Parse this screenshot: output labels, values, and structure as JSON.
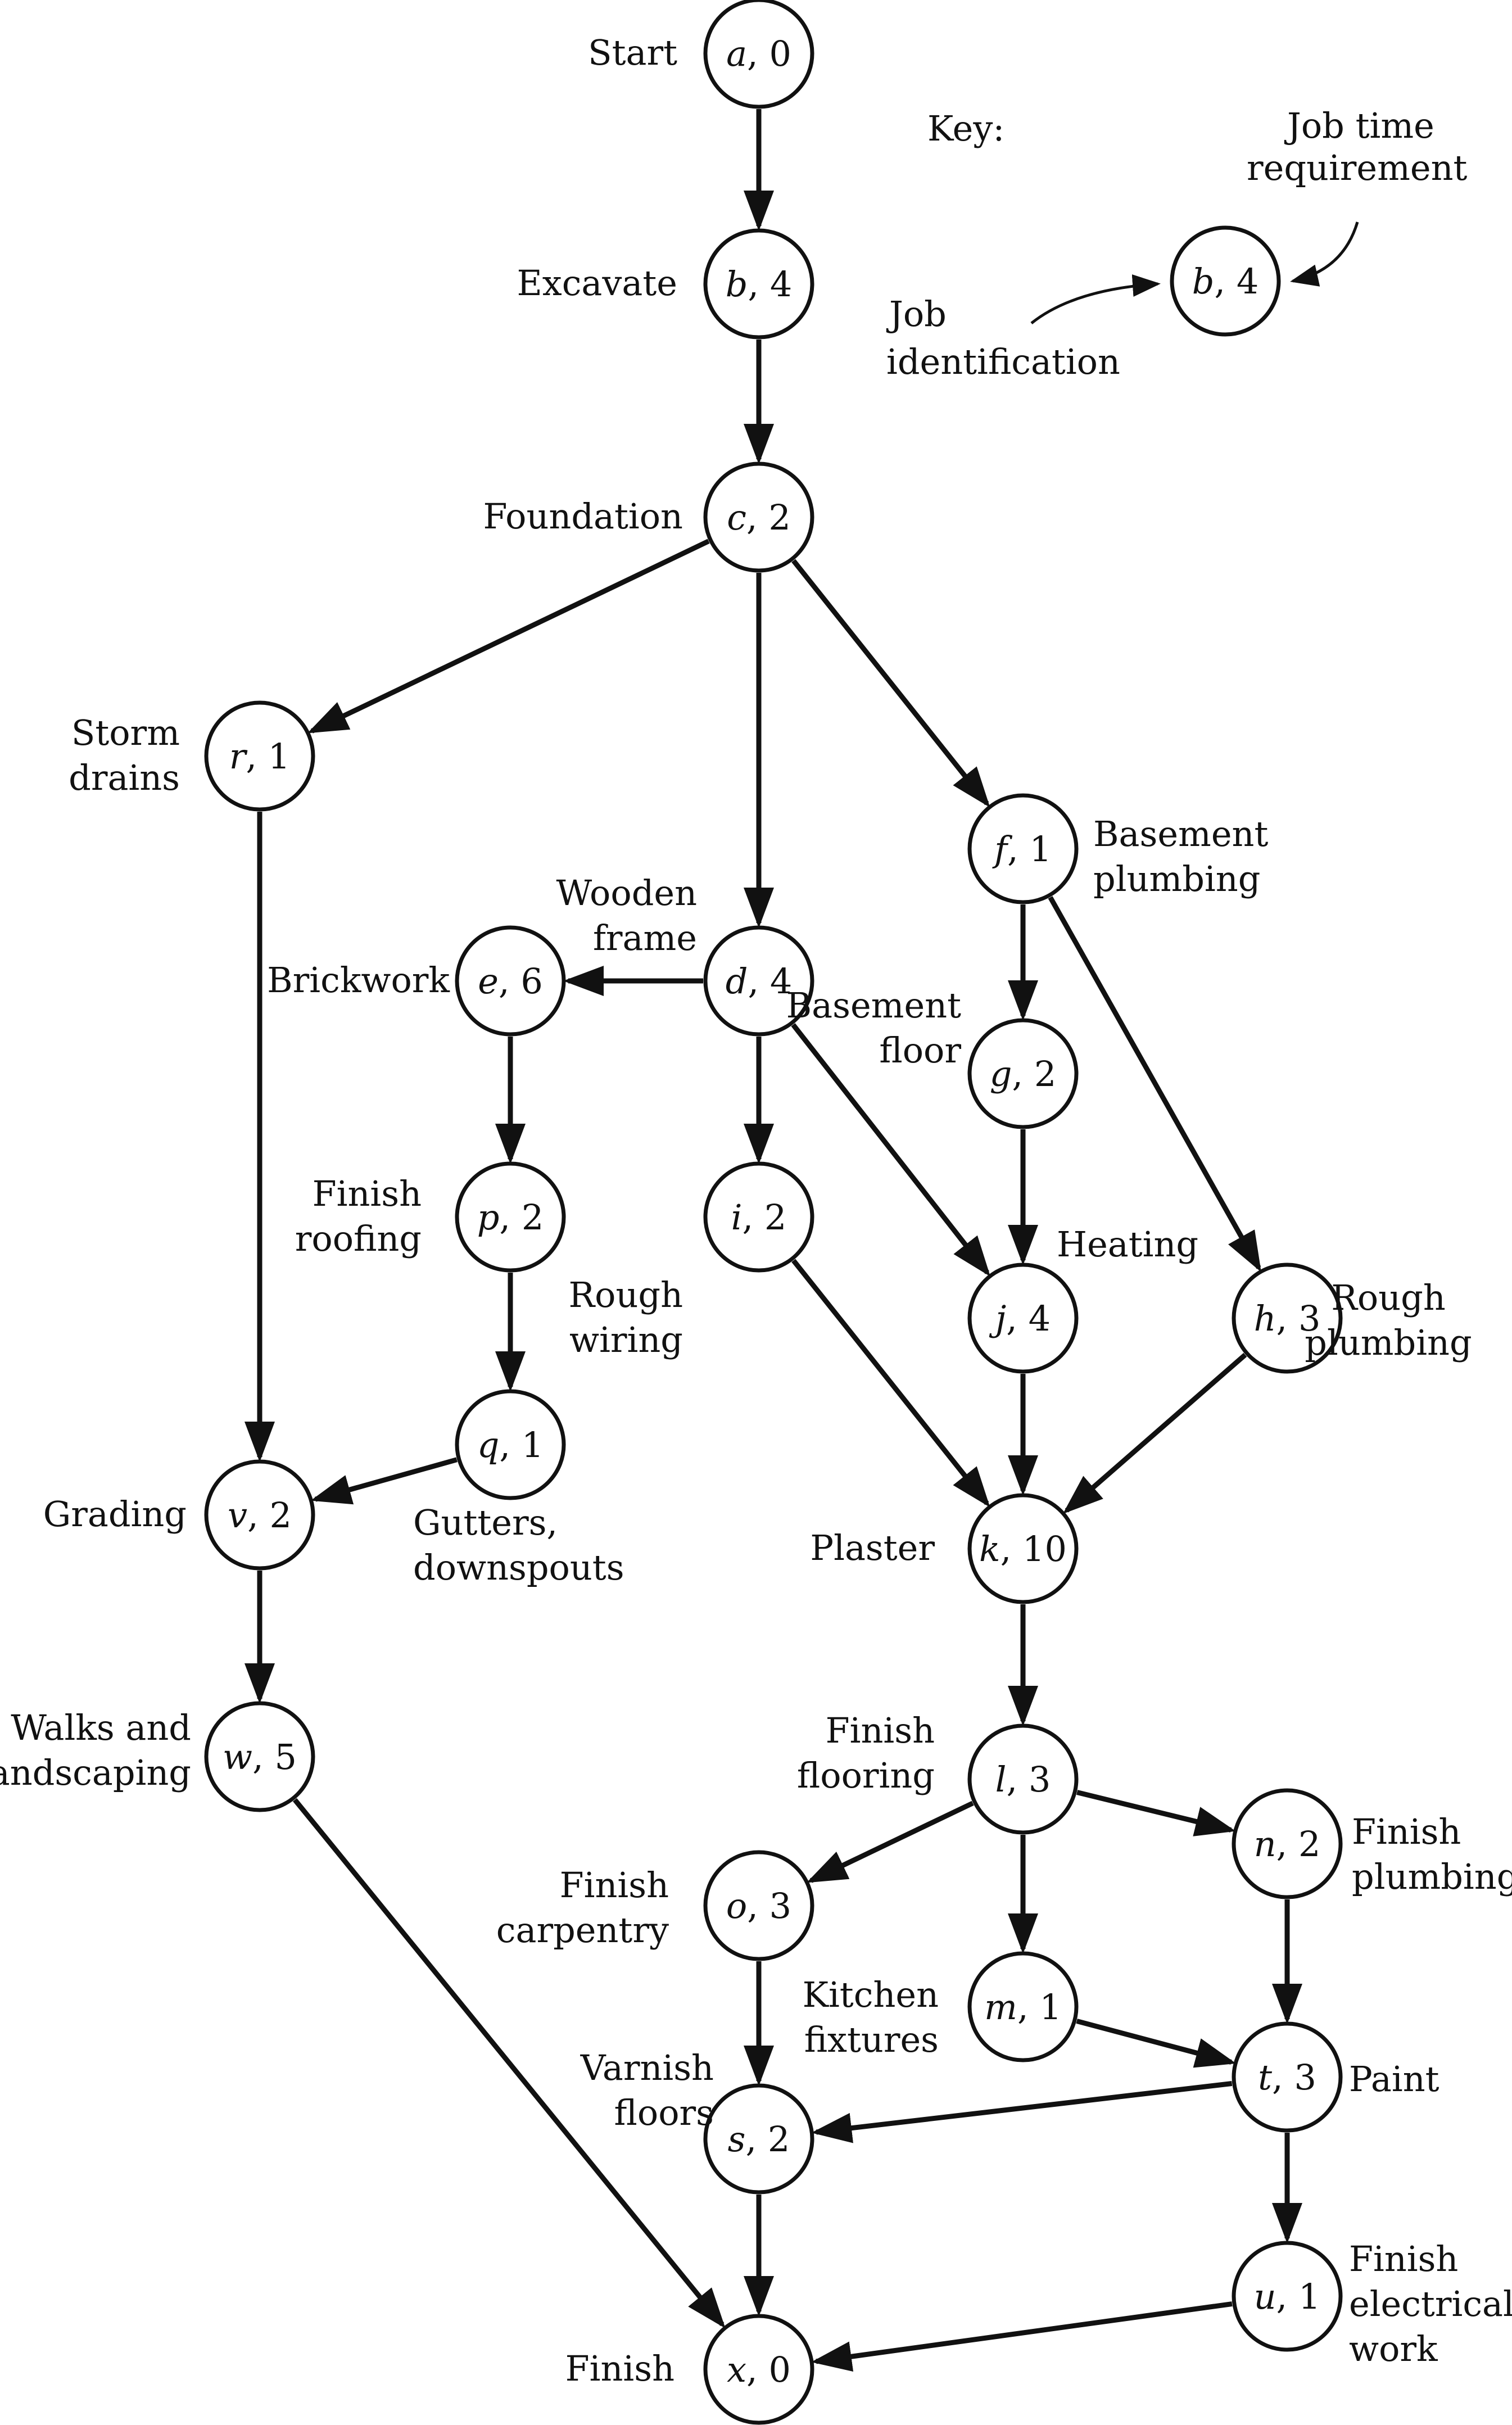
{
  "nodes": [
    {
      "key": "a",
      "id": "a",
      "time": "0",
      "label": [
        "Start"
      ]
    },
    {
      "key": "b",
      "id": "b",
      "time": "4",
      "label": [
        "Excavate"
      ]
    },
    {
      "key": "c",
      "id": "c",
      "time": "2",
      "label": [
        "Foundation"
      ]
    },
    {
      "key": "r",
      "id": "r",
      "time": "1",
      "label": [
        "Storm",
        "drains"
      ]
    },
    {
      "key": "f",
      "id": "f",
      "time": "1",
      "label": [
        "Basement",
        "plumbing"
      ]
    },
    {
      "key": "d",
      "id": "d",
      "time": "4",
      "label": [
        "Wooden",
        "frame"
      ]
    },
    {
      "key": "e",
      "id": "e",
      "time": "6",
      "label": [
        "Brickwork"
      ]
    },
    {
      "key": "g",
      "id": "g",
      "time": "2",
      "label": [
        "Basement",
        "floor"
      ]
    },
    {
      "key": "p",
      "id": "p",
      "time": "2",
      "label": [
        "Finish",
        "roofing"
      ]
    },
    {
      "key": "i",
      "id": "i",
      "time": "2",
      "label": [
        "Rough",
        "wiring"
      ]
    },
    {
      "key": "j",
      "id": "j",
      "time": "4",
      "label": [
        "Heating"
      ]
    },
    {
      "key": "h",
      "id": "h",
      "time": "3",
      "label": [
        "Rough",
        "plumbing"
      ]
    },
    {
      "key": "q",
      "id": "q",
      "time": "1",
      "label": [
        "Gutters,",
        "downspouts"
      ]
    },
    {
      "key": "v",
      "id": "v",
      "time": "2",
      "label": [
        "Grading"
      ]
    },
    {
      "key": "k",
      "id": "k",
      "time": "10",
      "label": [
        "Plaster"
      ]
    },
    {
      "key": "w",
      "id": "w",
      "time": "5",
      "label": [
        "Walks and",
        "landscaping"
      ]
    },
    {
      "key": "l",
      "id": "l",
      "time": "3",
      "label": [
        "Finish",
        "flooring"
      ]
    },
    {
      "key": "n",
      "id": "n",
      "time": "2",
      "label": [
        "Finish",
        "plumbing"
      ]
    },
    {
      "key": "o",
      "id": "o",
      "time": "3",
      "label": [
        "Finish",
        "carpentry"
      ]
    },
    {
      "key": "m",
      "id": "m",
      "time": "1",
      "label": [
        "Kitchen",
        "fixtures"
      ]
    },
    {
      "key": "t",
      "id": "t",
      "time": "3",
      "label": [
        "Paint"
      ]
    },
    {
      "key": "s",
      "id": "s",
      "time": "2",
      "label": [
        "Varnish",
        "floors"
      ]
    },
    {
      "key": "u",
      "id": "u",
      "time": "1",
      "label": [
        "Finish",
        "electrical",
        "work"
      ]
    },
    {
      "key": "x",
      "id": "x",
      "time": "0",
      "label": [
        "Finish"
      ]
    }
  ],
  "edges": [
    [
      "a",
      "b"
    ],
    [
      "b",
      "c"
    ],
    [
      "c",
      "r"
    ],
    [
      "c",
      "d"
    ],
    [
      "c",
      "f"
    ],
    [
      "d",
      "e"
    ],
    [
      "d",
      "i"
    ],
    [
      "d",
      "j"
    ],
    [
      "f",
      "g"
    ],
    [
      "f",
      "h"
    ],
    [
      "g",
      "j"
    ],
    [
      "e",
      "p"
    ],
    [
      "p",
      "q"
    ],
    [
      "q",
      "v"
    ],
    [
      "r",
      "v"
    ],
    [
      "i",
      "k"
    ],
    [
      "j",
      "k"
    ],
    [
      "h",
      "k"
    ],
    [
      "v",
      "w"
    ],
    [
      "k",
      "l"
    ],
    [
      "l",
      "o"
    ],
    [
      "l",
      "m"
    ],
    [
      "l",
      "n"
    ],
    [
      "n",
      "t"
    ],
    [
      "m",
      "t"
    ],
    [
      "o",
      "s"
    ],
    [
      "t",
      "s"
    ],
    [
      "t",
      "u"
    ],
    [
      "s",
      "x"
    ],
    [
      "u",
      "x"
    ],
    [
      "w",
      "x"
    ]
  ],
  "key": {
    "title": "Key:",
    "node_id": "b",
    "node_time": "4",
    "time_label": [
      "Job time",
      "requirement"
    ],
    "id_label": [
      "Job",
      "identification"
    ]
  }
}
